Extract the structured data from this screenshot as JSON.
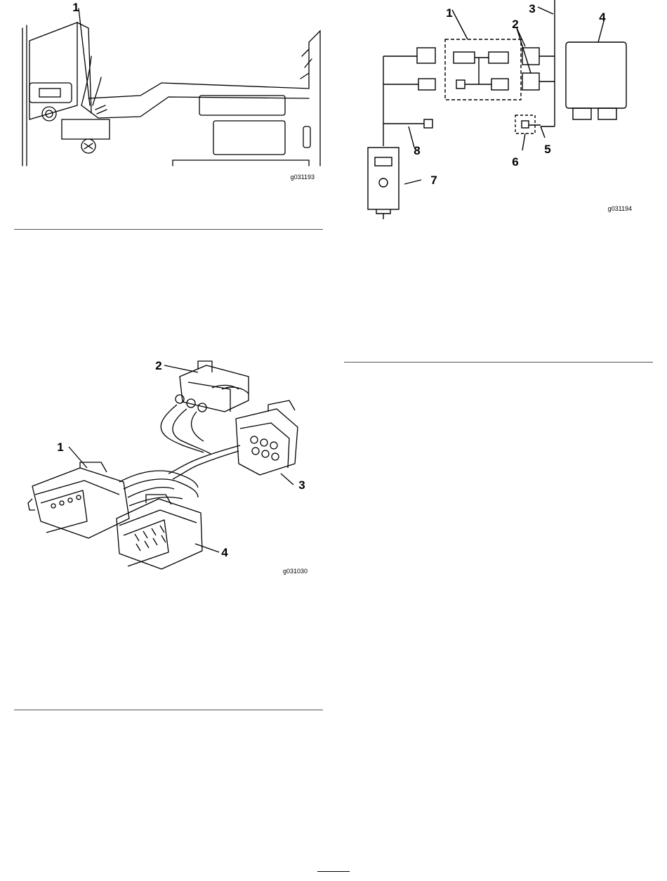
{
  "figure_top_left": {
    "code": "g031193",
    "callouts": [
      "1"
    ]
  },
  "figure_top_right": {
    "code": "g031194",
    "callouts": [
      "1",
      "2",
      "3",
      "4",
      "5",
      "6",
      "7",
      "8"
    ]
  },
  "figure_middle_left": {
    "code": "g031030",
    "callouts": [
      "1",
      "2",
      "3",
      "4"
    ]
  }
}
